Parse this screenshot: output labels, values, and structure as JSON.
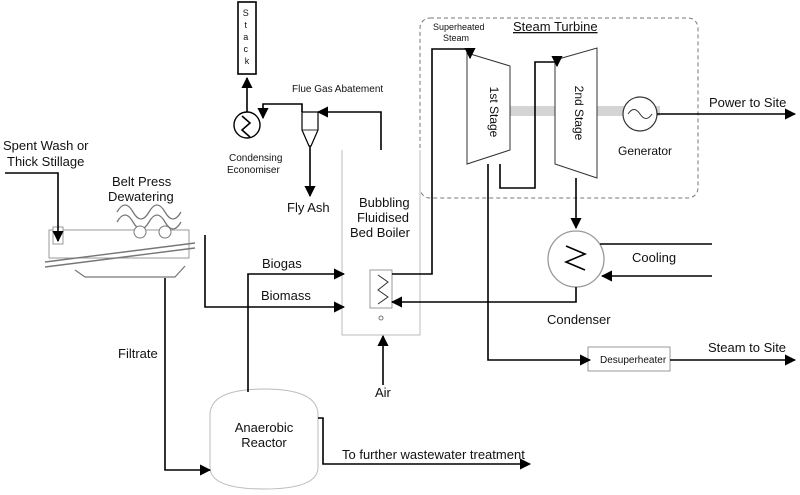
{
  "labels": {
    "spent_wash": [
      "Spent Wash or",
      "Thick Stillage"
    ],
    "belt_press": [
      "Belt Press",
      "Dewatering"
    ],
    "stack": "Stack",
    "flue_gas": "Flue Gas Abatement",
    "condensing_economiser": [
      "Condensing",
      "Economiser"
    ],
    "fly_ash": "Fly Ash",
    "boiler": [
      "Bubbling",
      "Fluidised",
      "Bed Boiler"
    ],
    "superheated_steam": [
      "Superheated",
      "Steam"
    ],
    "steam_turbine": "Steam Turbine",
    "stage1": "1st Stage",
    "stage2": "2nd Stage",
    "generator": "Generator",
    "power": "Power to Site",
    "biogas": "Biogas",
    "biomass": "Biomass",
    "cooling": "Cooling",
    "condenser": "Condenser",
    "filtrate": "Filtrate",
    "air": "Air",
    "desuperheater": "Desuperheater",
    "steam_site": "Steam to Site",
    "anaerobic": [
      "Anaerobic",
      "Reactor"
    ],
    "wastewater": "To further wastewater treatment"
  },
  "colors": {
    "line": "#000000",
    "shaft": "#d4d4d4",
    "equipment_outline": "#bbbbbb",
    "dashed_box": "#777777"
  }
}
